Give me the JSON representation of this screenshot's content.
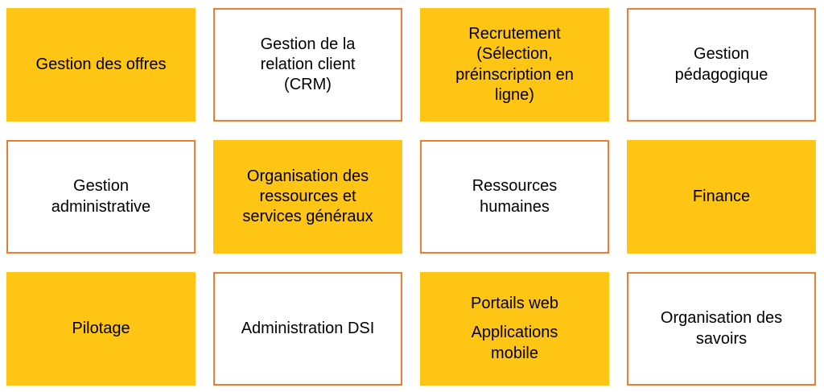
{
  "colors": {
    "gold_fill": "#FFC514",
    "outline_border": "#ED7D31",
    "text": "#000000",
    "background": "#FFFFFF"
  },
  "cards": [
    {
      "label": "Gestion des offres",
      "variant": "gold"
    },
    {
      "label": "Gestion de la\nrelation client\n(CRM)",
      "variant": "outline"
    },
    {
      "label": "Recrutement\n(Sélection,\npréinscription en\nligne)",
      "variant": "gold"
    },
    {
      "label": "Gestion\npédagogique",
      "variant": "outline"
    },
    {
      "label": "Gestion\nadministrative",
      "variant": "outline"
    },
    {
      "label": "Organisation des\nressources et\nservices généraux",
      "variant": "gold"
    },
    {
      "label": "Ressources\nhumaines",
      "variant": "outline"
    },
    {
      "label": "Finance",
      "variant": "gold"
    },
    {
      "label": "Pilotage",
      "variant": "gold"
    },
    {
      "label": "Administration DSI",
      "variant": "outline"
    },
    {
      "label": "Portails web",
      "label2": "Applications\nmobile",
      "variant": "gold"
    },
    {
      "label": "Organisation des\nsavoirs",
      "variant": "outline"
    }
  ]
}
